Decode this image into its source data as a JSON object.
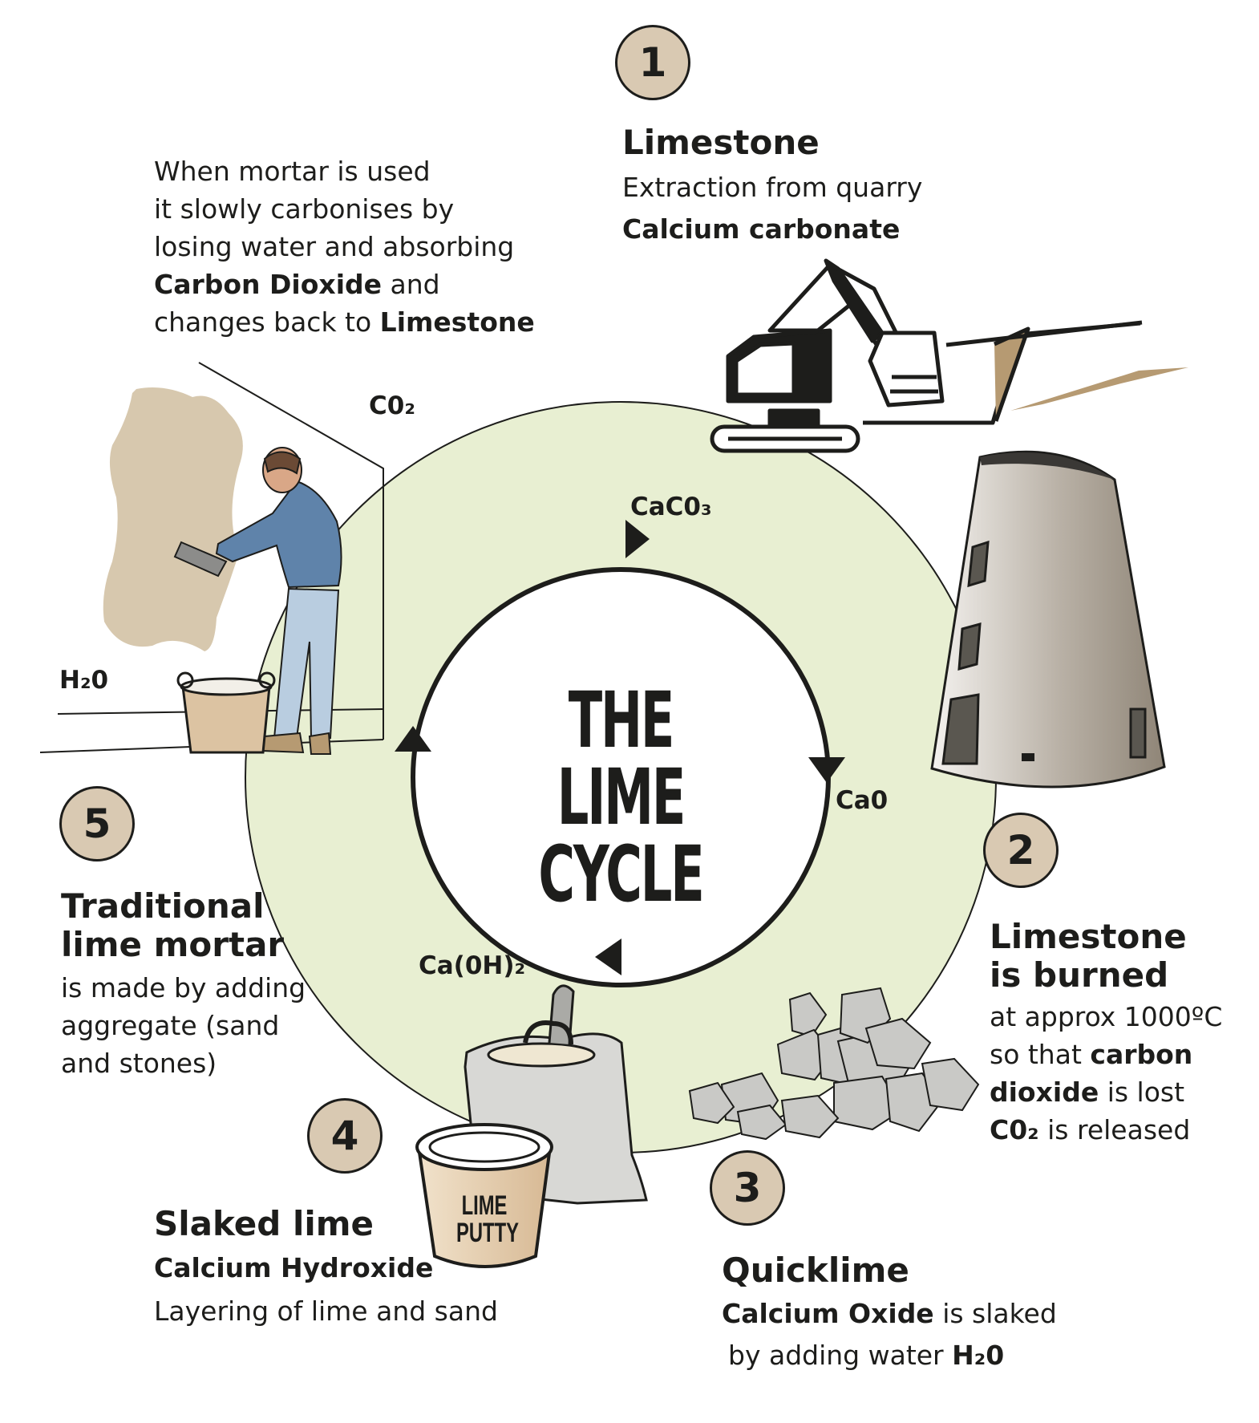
{
  "title": {
    "line1": "THE",
    "line2": "LIME CYCLE"
  },
  "steps": [
    {
      "number": "1",
      "heading": "Limestone",
      "line1": "Extraction from quarry",
      "line2": "Calcium carbonate"
    },
    {
      "number": "2",
      "heading_line1": "Limestone",
      "heading_line2": "is burned",
      "line1": "at approx 1000ºC",
      "line2_a": "so that ",
      "line2_b": "carbon",
      "line3_a": "dioxide",
      "line3_b": " is lost",
      "line4_a": "C0₂",
      "line4_b": " is released"
    },
    {
      "number": "3",
      "heading": "Quicklime",
      "line1_a": "Calcium Oxide",
      "line1_b": " is slaked",
      "line2_a": "by adding water ",
      "line2_b": "H₂0"
    },
    {
      "number": "4",
      "heading": "Slaked lime",
      "line1": "Calcium Hydroxide",
      "line2": "Layering of lime and sand"
    },
    {
      "number": "5",
      "heading_line1": "Traditional",
      "heading_line2": "lime mortar",
      "line1": "is made by adding",
      "line2": "aggregate (sand",
      "line3": "and stones)"
    }
  ],
  "mortar_note": {
    "line1": "When mortar is used",
    "line2": "it slowly carbonises by",
    "line3": "losing water and absorbing",
    "line4_a": "Carbon Dioxide",
    "line4_b": " and",
    "line5_a": "changes back to ",
    "line5_b": "Limestone"
  },
  "formulas": {
    "caco3": "CaC0₃",
    "cao": "Ca0",
    "caoh2": "Ca(0H)₂",
    "co2": "C0₂",
    "h2o": "H₂0"
  },
  "bucket_label": {
    "line1": "LIME",
    "line2": "PUTTY"
  },
  "colors": {
    "ring": "#e8efd2",
    "badge": "#d9c9b2",
    "ink": "#1d1d1b",
    "kiln": "#a39a8d",
    "soil": "#b69a72",
    "shirt": "#5f83aa",
    "jeans": "#b9cde0"
  }
}
